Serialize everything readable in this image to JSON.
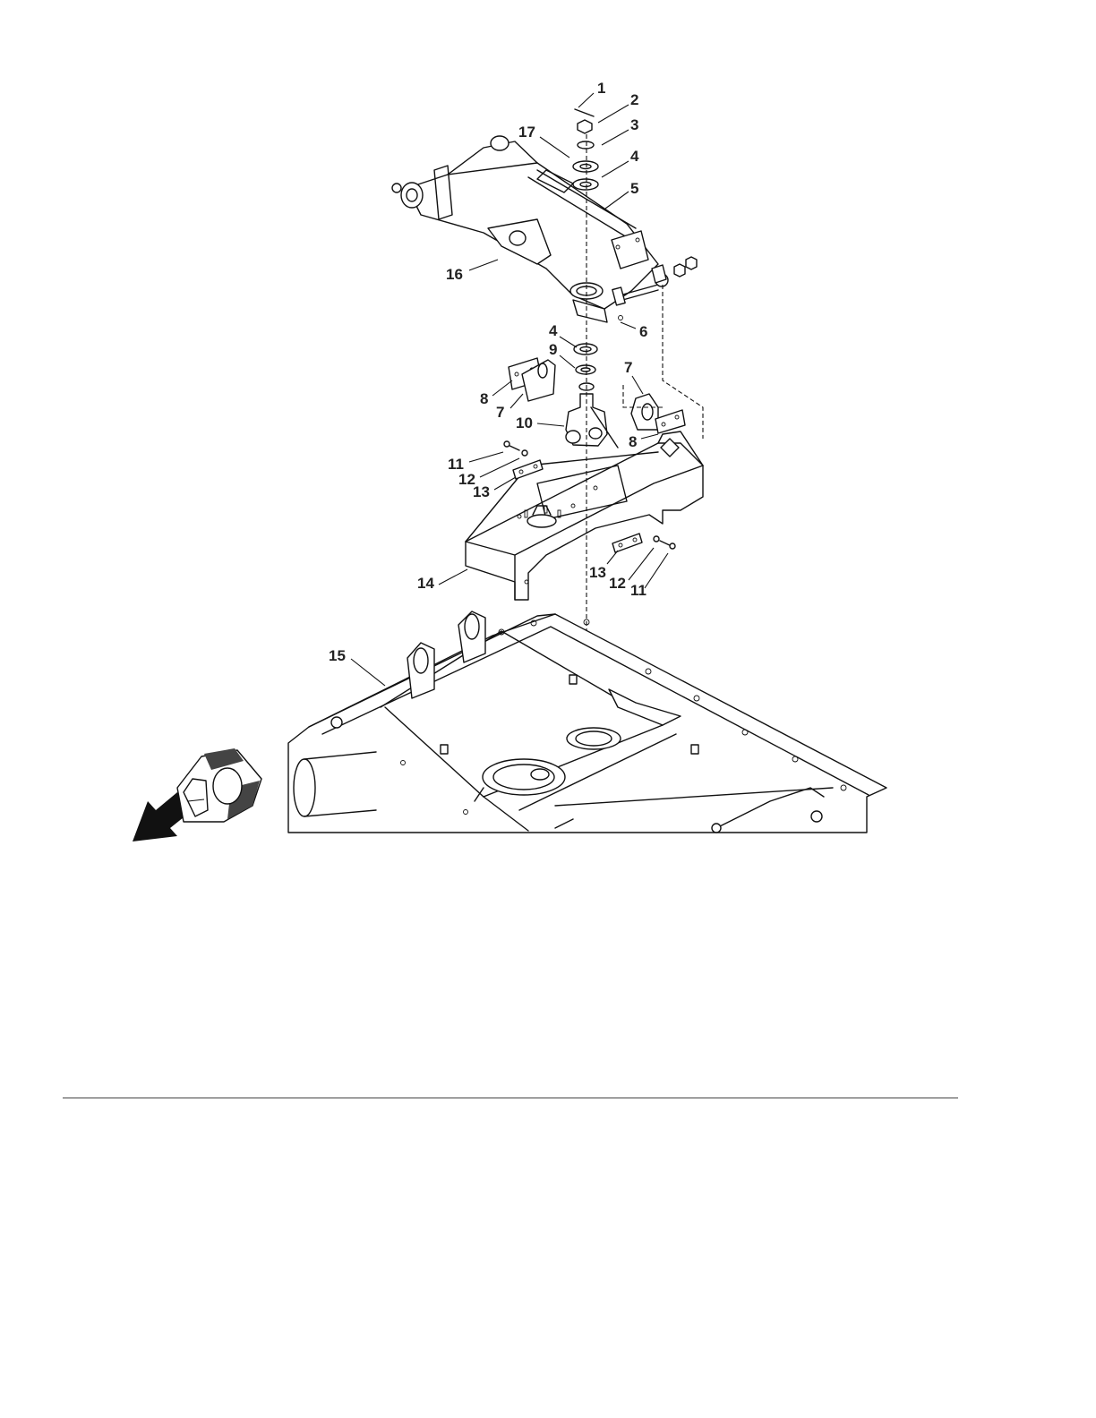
{
  "diagram": {
    "callouts": [
      "1",
      "2",
      "3",
      "17",
      "4",
      "5",
      "16",
      "6",
      "4",
      "9",
      "7",
      "8",
      "7",
      "10",
      "8",
      "11",
      "12",
      "13",
      "14",
      "13",
      "12",
      "11",
      "15"
    ]
  },
  "colors": {
    "ink": "#111111",
    "background": "#ffffff",
    "rule": "#444444"
  },
  "icons": {
    "orientation": "front-direction-arrow-icon"
  }
}
